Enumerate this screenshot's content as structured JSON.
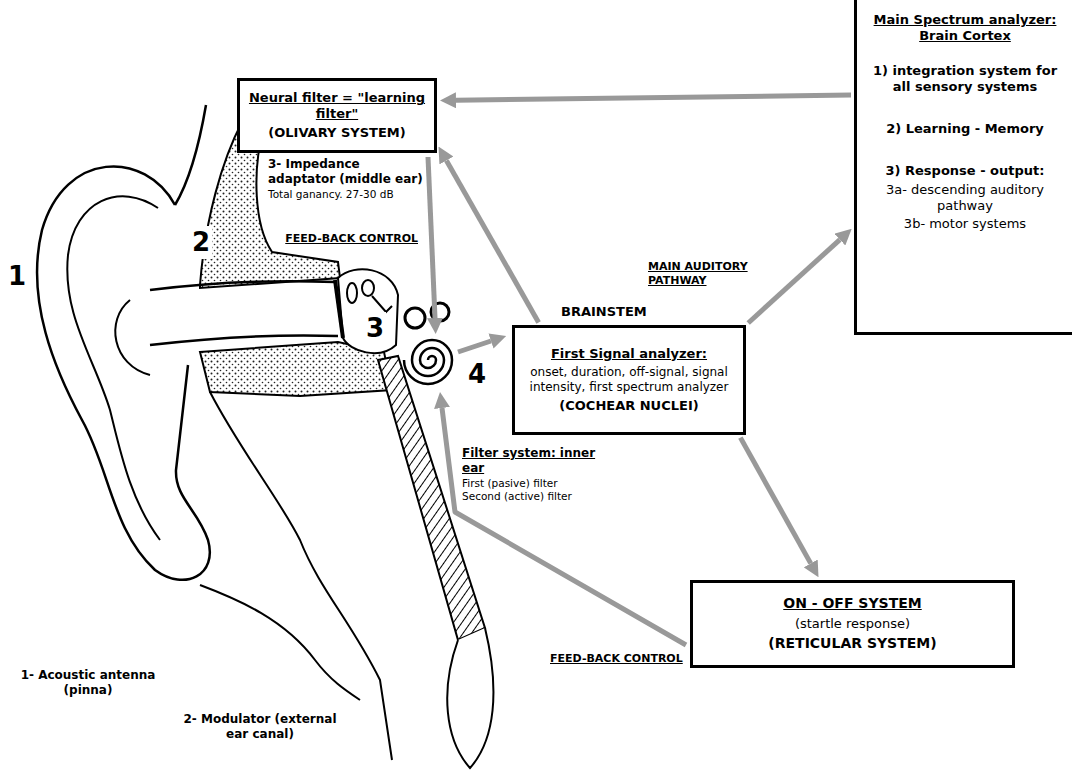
{
  "diagram": {
    "nodes": [
      {
        "text": [
          "Neural filter = \"learning filter\"",
          "(OLIVARY SYSTEM)"
        ]
      },
      {
        "text": [
          "Main Spectrum analyzer: Brain Cortex",
          "1) integration system for all sensory systems",
          "2) Learning - Memory",
          "3) Response - output:",
          "3a- descending auditory pathway",
          "3b- motor systems"
        ]
      },
      {
        "text": [
          "BRAINSTEM",
          "First Signal analyzer:",
          "onset, duration, off-signal, signal intensity, first spectrum analyzer",
          "(COCHEAR NUCLEI)"
        ]
      },
      {
        "text": [
          "ON - OFF SYSTEM",
          "(startle response)",
          "(RETICULAR SYSTEM)"
        ]
      }
    ],
    "edges": [
      {
        "from": 1,
        "to": 0,
        "arrow": "to"
      },
      {
        "from": 2,
        "to": 0,
        "arrow": "to"
      },
      {
        "from": 2,
        "to": 1,
        "arrow": "to",
        "label": "MAIN AUDITORY PATHWAY"
      },
      {
        "from": 2,
        "to": 3,
        "arrow": "to"
      }
    ],
    "labels": [
      "1",
      "2",
      "3",
      "4",
      "3- Impedance adaptator (middle ear)",
      "Total ganancy. 27-30 dB",
      "Filter system: inner ear",
      "First (pasive) filter",
      "Second (active) filter",
      "1- Acoustic antenna (pinna)",
      "2- Modulator (external ear canal)",
      "FEED-BACK CONTROL",
      "FEED-BACK CONTROL"
    ]
  }
}
